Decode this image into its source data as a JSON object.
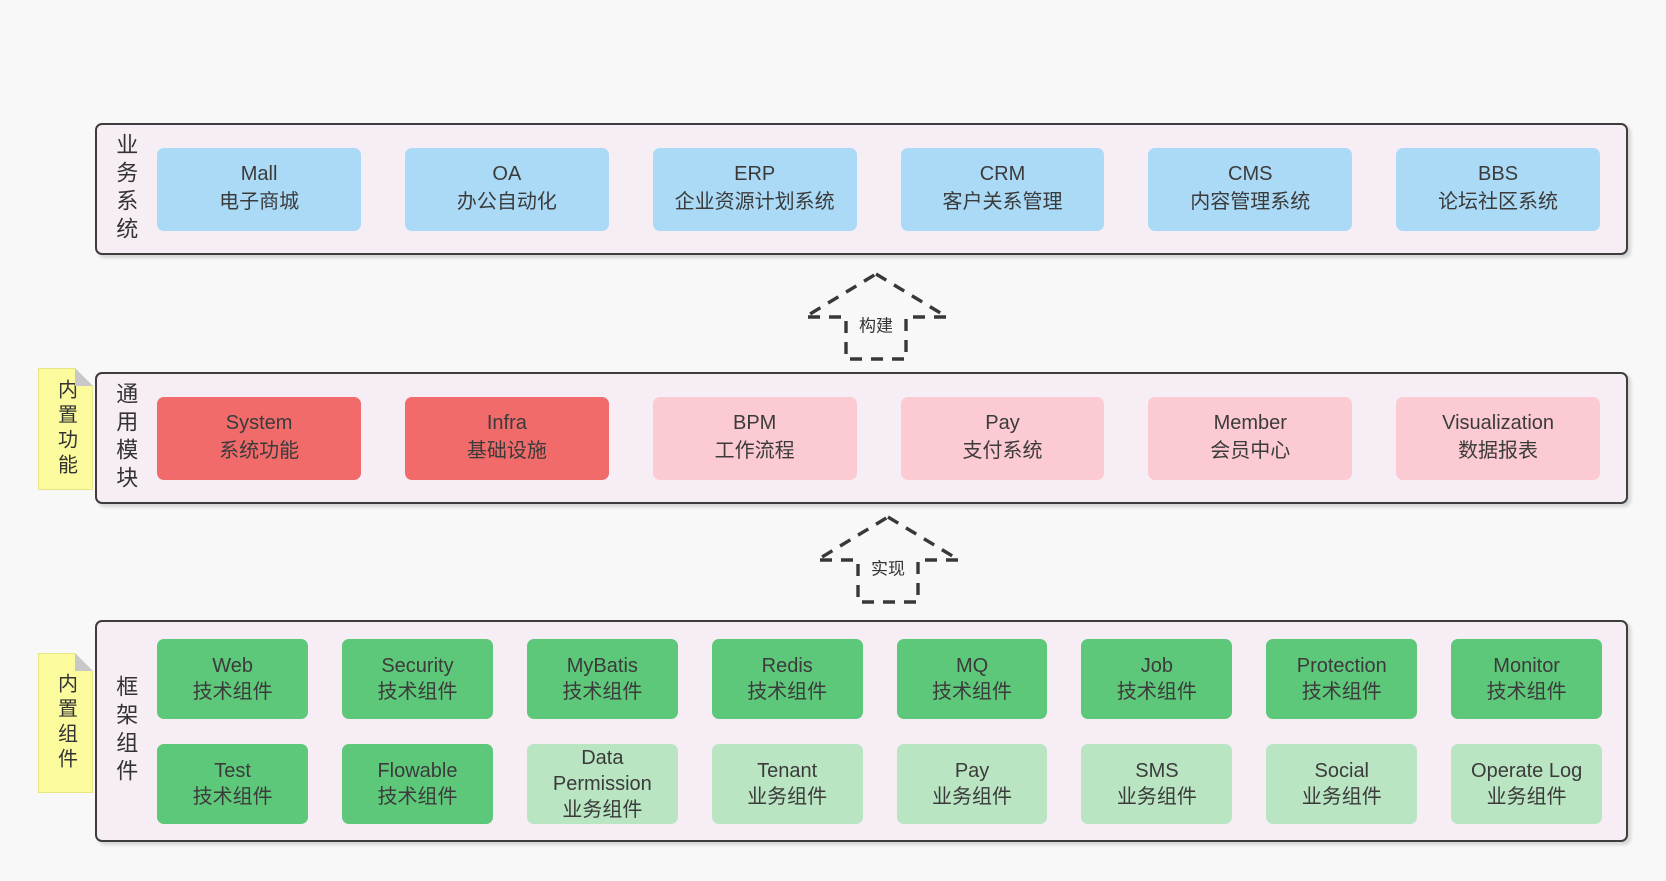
{
  "colors": {
    "page_bg": "#f8f8f8",
    "container_bg": "#f7edf5",
    "container_border": "#3d3d3d",
    "blue_box": "#abdaf7",
    "red_box": "#f26b6b",
    "pink_box": "#fbcad3",
    "green_box": "#5ec87a",
    "light_green_box": "#b9e5c2",
    "sticky_note": "#fbfa9d",
    "fold_gray": "#c8c8c8",
    "arrow_dash": "#383838"
  },
  "layers": {
    "business": {
      "side_label": "业务系统",
      "boxes": [
        {
          "title": "Mall",
          "subtitle": "电子商城",
          "variant": "blue"
        },
        {
          "title": "OA",
          "subtitle": "办公自动化",
          "variant": "blue"
        },
        {
          "title": "ERP",
          "subtitle": "企业资源计划系统",
          "variant": "blue"
        },
        {
          "title": "CRM",
          "subtitle": "客户关系管理",
          "variant": "blue"
        },
        {
          "title": "CMS",
          "subtitle": "内容管理系统",
          "variant": "blue"
        },
        {
          "title": "BBS",
          "subtitle": "论坛社区系统",
          "variant": "blue"
        }
      ]
    },
    "modules": {
      "side_label": "通用模块",
      "note": "内置功能",
      "boxes": [
        {
          "title": "System",
          "subtitle": "系统功能",
          "variant": "red"
        },
        {
          "title": "Infra",
          "subtitle": "基础设施",
          "variant": "red"
        },
        {
          "title": "BPM",
          "subtitle": "工作流程",
          "variant": "pink"
        },
        {
          "title": "Pay",
          "subtitle": "支付系统",
          "variant": "pink"
        },
        {
          "title": "Member",
          "subtitle": "会员中心",
          "variant": "pink"
        },
        {
          "title": "Visualization",
          "subtitle": "数据报表",
          "variant": "pink"
        }
      ]
    },
    "components": {
      "side_label": "框架组件",
      "note": "内置组件",
      "row1": [
        {
          "title": "Web",
          "subtitle": "技术组件",
          "variant": "green"
        },
        {
          "title": "Security",
          "subtitle": "技术组件",
          "variant": "green"
        },
        {
          "title": "MyBatis",
          "subtitle": "技术组件",
          "variant": "green"
        },
        {
          "title": "Redis",
          "subtitle": "技术组件",
          "variant": "green"
        },
        {
          "title": "MQ",
          "subtitle": "技术组件",
          "variant": "green"
        },
        {
          "title": "Job",
          "subtitle": "技术组件",
          "variant": "green"
        },
        {
          "title": "Protection",
          "subtitle": "技术组件",
          "variant": "green"
        },
        {
          "title": "Monitor",
          "subtitle": "技术组件",
          "variant": "green"
        }
      ],
      "row2": [
        {
          "title": "Test",
          "subtitle": "技术组件",
          "variant": "green"
        },
        {
          "title": "Flowable",
          "subtitle": "技术组件",
          "variant": "green"
        },
        {
          "title": "Data Permission",
          "subtitle": "业务组件",
          "variant": "light-green"
        },
        {
          "title": "Tenant",
          "subtitle": "业务组件",
          "variant": "light-green"
        },
        {
          "title": "Pay",
          "subtitle": "业务组件",
          "variant": "light-green"
        },
        {
          "title": "SMS",
          "subtitle": "业务组件",
          "variant": "light-green"
        },
        {
          "title": "Social",
          "subtitle": "业务组件",
          "variant": "light-green"
        },
        {
          "title": "Operate Log",
          "subtitle": "业务组件",
          "variant": "light-green"
        }
      ]
    }
  },
  "arrows": [
    {
      "label": "构建"
    },
    {
      "label": "实现"
    }
  ]
}
